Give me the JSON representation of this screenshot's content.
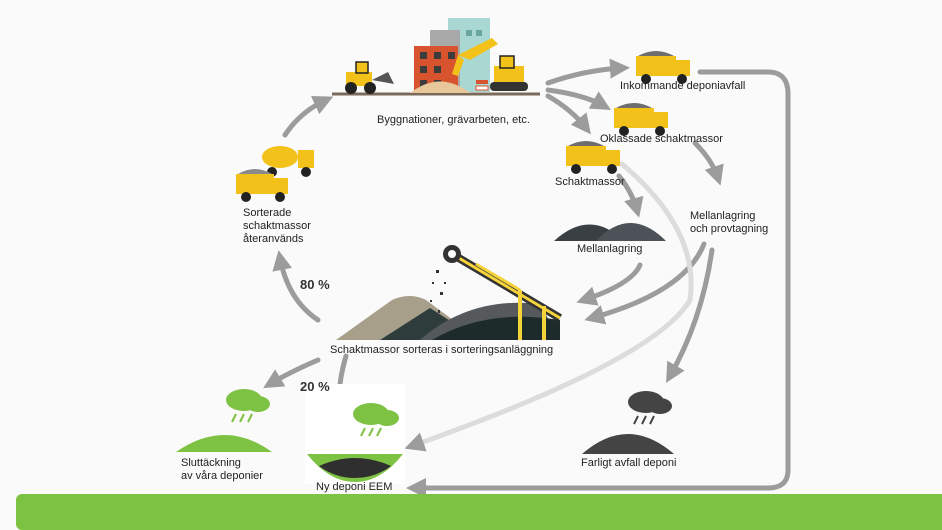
{
  "colors": {
    "arrow": "#9c9c9c",
    "truck_yellow": "#f2c21b",
    "green": "#7dc242",
    "dark_green": "#1f3b3b",
    "hazard_grey": "#555555"
  },
  "labels": {
    "construction": "Byggnationer, grävarbeten, etc.",
    "incoming": "Inkommande deponiavfall",
    "unclassified": "Oklassade schaktmassor",
    "schaktmassor": "Schaktmassor",
    "mellanlagring": "Mellanlagring",
    "mellanlagring_prov": "Mellanlagring\noch provtagning",
    "sorted_reused": "Sorterade\nschaktmassor\nåteranvänds",
    "sorting": "Schaktmassor sorteras i sorteringsanläggning",
    "cover": "Sluttäckning\nav våra deponier",
    "new_landfill": "Ny deponi EEM",
    "hazardous": "Farligt avfall deponi"
  },
  "percentages": {
    "reuse": "80 %",
    "landfill": "20 %"
  },
  "icons": [
    "excavator-icon",
    "wheel-loader-icon",
    "building-icon",
    "dump-truck-icon",
    "conveyor-icon",
    "rain-cloud-icon",
    "soil-pile-icon"
  ]
}
